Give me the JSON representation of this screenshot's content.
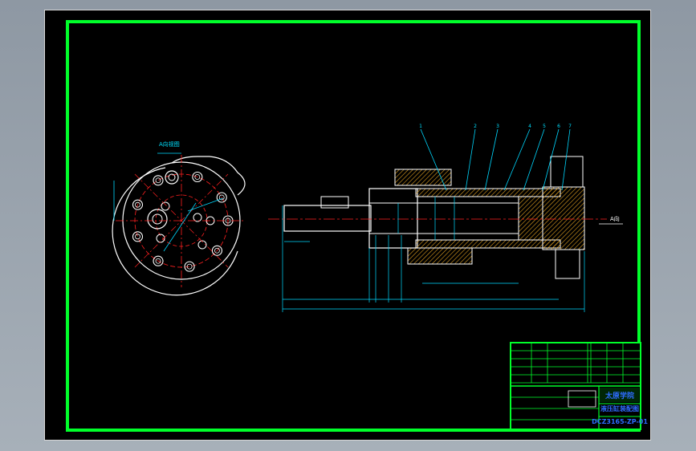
{
  "drawing": {
    "view_title": "A向视图",
    "view_arrow_label": "A向",
    "part_numbers": [
      "1",
      "2",
      "3",
      "4",
      "5",
      "6",
      "7"
    ],
    "title_block": {
      "school": "太原学院",
      "drawing_name": "液压缸装配图",
      "drawing_number": "DCZ3165-ZP-01"
    },
    "colors": {
      "frame": "#00ff2a",
      "outline": "#ffffff",
      "center": "#ff2020",
      "dimension": "#00d8ff",
      "hatch": "#e0a020",
      "leader": "#00d8ff",
      "title_text": "#2e6cff",
      "border": "#00ff2a"
    }
  }
}
